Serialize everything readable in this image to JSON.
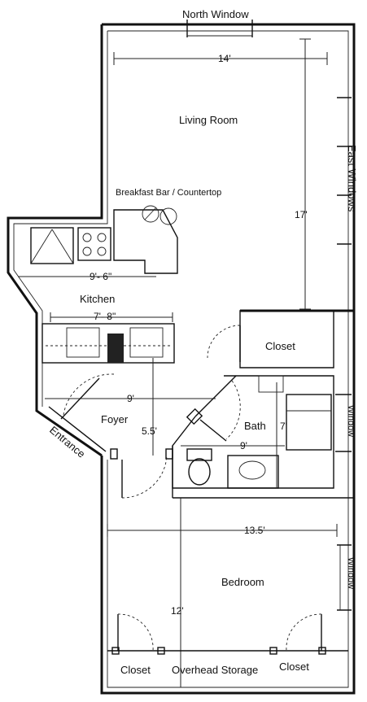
{
  "labels": {
    "north_window": "North Window",
    "east_windows": "East Windows",
    "living_room": "Living Room",
    "breakfast_bar": "Breakfast Bar / Countertop",
    "kitchen": "Kitchen",
    "closet_hall": "Closet",
    "foyer": "Foyer",
    "entrance": "Entrance",
    "bath": "Bath",
    "window_bath": "Window",
    "bedroom": "Bedroom",
    "window_bedroom": "Window",
    "closet_left": "Closet",
    "overhead_storage": "Overhead Storage",
    "closet_right": "Closet"
  },
  "dimensions": {
    "living_width": "14'",
    "living_length": "17'",
    "kitchen_width": "9'- 6\"",
    "counter_width": "7'- 8\"",
    "foyer_width": "9'",
    "foyer_depth": "5.5'",
    "bath_width": "9'",
    "bath_depth": "7'",
    "bedroom_width": "13.5'",
    "bedroom_length": "12'"
  }
}
